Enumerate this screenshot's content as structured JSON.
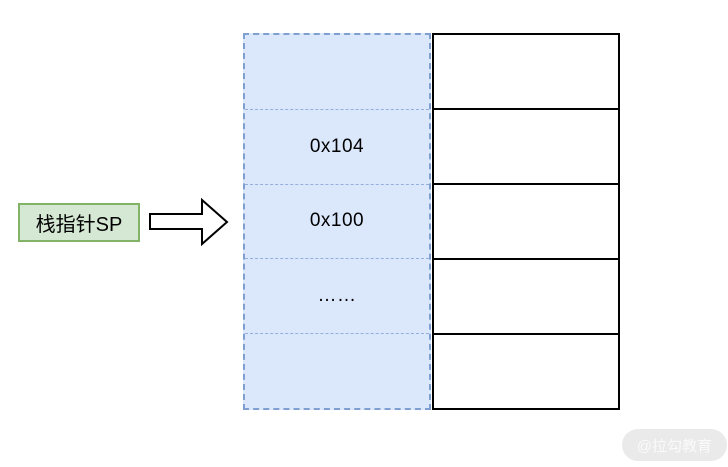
{
  "diagram": {
    "pointer_label": "栈指针SP",
    "address_column": {
      "rows": [
        "",
        "0x104",
        "0x100",
        "……",
        ""
      ]
    },
    "memory_column": {
      "rows": [
        "",
        "",
        "",
        "",
        ""
      ]
    },
    "colors": {
      "label_fill": "#d5e8d4",
      "label_border": "#82b366",
      "address_fill": "#dbe8fc",
      "address_border": "#7f9fd1",
      "memory_border": "#000000",
      "arrow_fill": "#ffffff",
      "arrow_stroke": "#000000"
    }
  },
  "watermark": {
    "text": "@拉勾教育"
  }
}
